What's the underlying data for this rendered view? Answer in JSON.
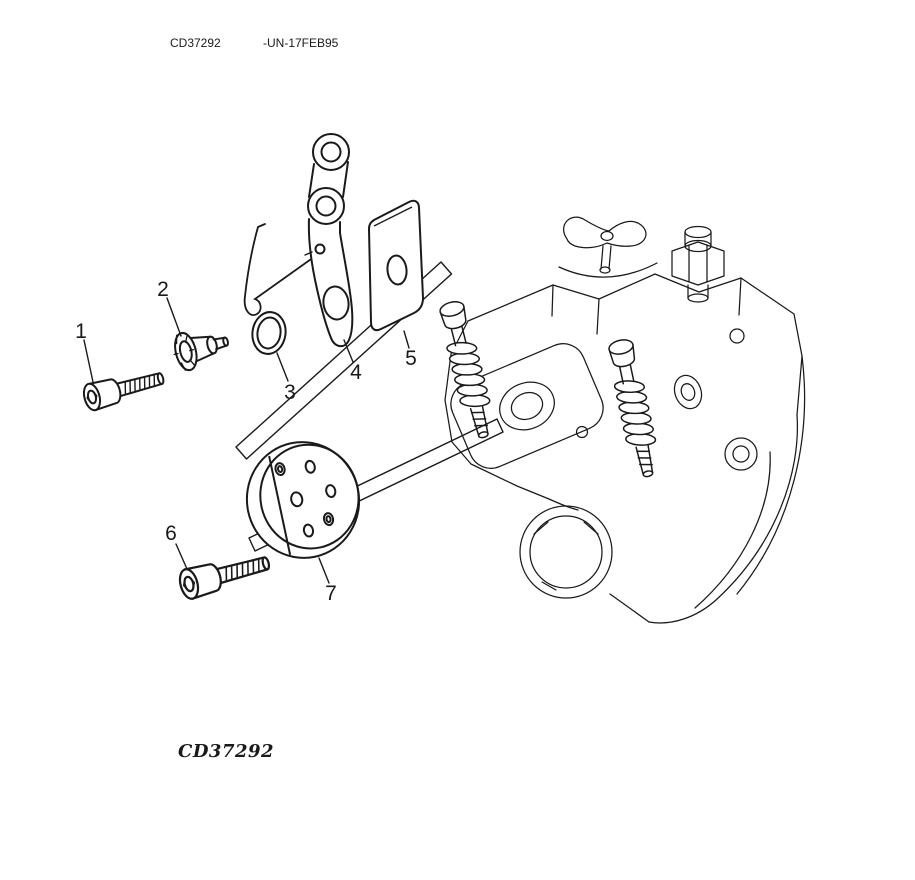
{
  "colors": {
    "ink": "#1a1a1a",
    "background": "#ffffff"
  },
  "header": {
    "code": "CD37292",
    "ref": "-UN-17FEB95"
  },
  "caption": "CD37292",
  "part_labels": [
    "1",
    "2",
    "3",
    "4",
    "5",
    "6",
    "7"
  ]
}
